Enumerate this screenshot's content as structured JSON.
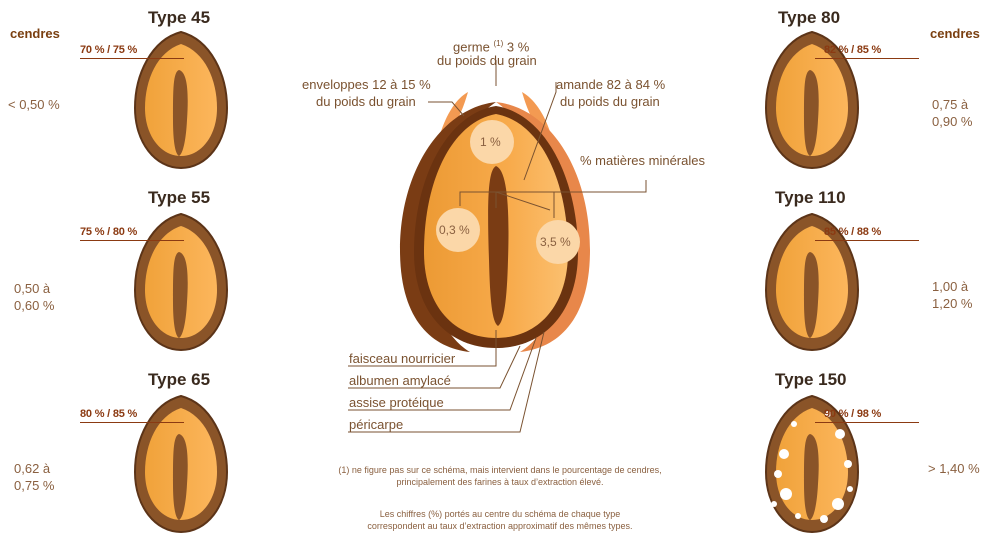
{
  "left_header": "cendres",
  "right_header": "cendres",
  "types": [
    {
      "title": "Type 45",
      "extraction": "70 % / 75 %",
      "ash": [
        "< 0,50 %"
      ]
    },
    {
      "title": "Type 55",
      "extraction": "75 % / 80 %",
      "ash": [
        "0,50 à",
        "0,60 %"
      ]
    },
    {
      "title": "Type 65",
      "extraction": "80 % / 85 %",
      "ash": [
        "0,62 à",
        "0,75 %"
      ]
    },
    {
      "title": "Type 80",
      "extraction": "82 % / 85 %",
      "ash": [
        "0,75 à",
        "0,90 %"
      ]
    },
    {
      "title": "Type 110",
      "extraction": "85 % / 88 %",
      "ash": [
        "1,00 à",
        "1,20 %"
      ]
    },
    {
      "title": "Type 150",
      "extraction": "90 % / 98 %",
      "ash": [
        "> 1,40 %"
      ]
    }
  ],
  "center": {
    "germ_label": [
      "germe",
      "(1)",
      " 3 %"
    ],
    "germ_label_line2": "du poids du grain",
    "envelope_label": [
      "enveloppes 12 à 15 %",
      "du poids du grain"
    ],
    "almond_label": [
      "amande 82 à 84 %",
      "du poids du grain"
    ],
    "minerals_label": "% matières minérales",
    "bubble_top": "1 %",
    "bubble_left": "0,3 %",
    "bubble_right": "3,5 %",
    "parts": [
      "faisceau nourricier",
      "albumen amylacé",
      "assise protéique",
      "péricarpe"
    ]
  },
  "footnote": [
    "(1) ne figure pas sur ce schéma, mais intervient dans le pourcentage de cendres,",
    "principalement des farines à taux d’extraction élevé."
  ],
  "note": [
    "Les chiffres (%) portés au centre du schéma de chaque type",
    "correspondent au taux d’extraction approximatif des mêmes types."
  ]
}
